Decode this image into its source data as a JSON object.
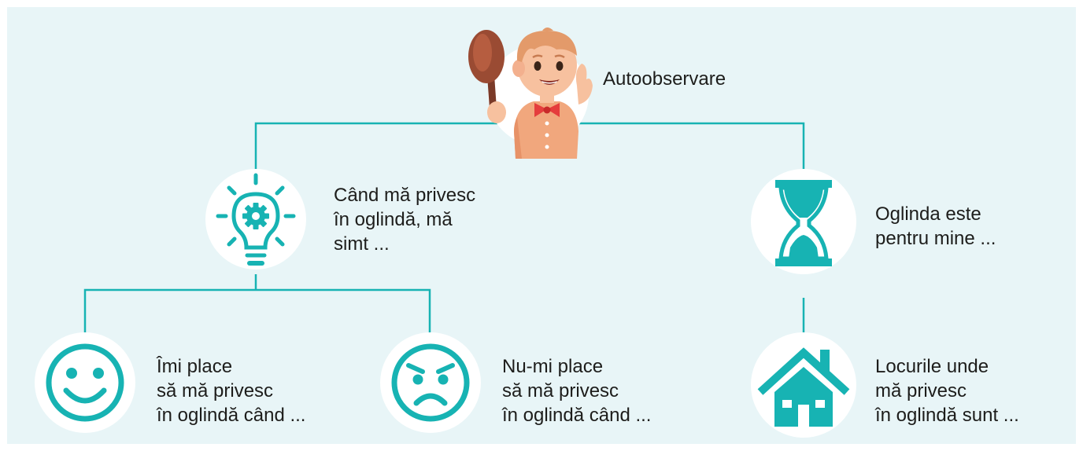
{
  "colors": {
    "teal": "#17b3b3",
    "background": "#e8f5f7",
    "circle": "#ffffff",
    "text": "#1d1d1b"
  },
  "root": {
    "label": "Autoobservare",
    "icon": "boy-with-mirror-illustration"
  },
  "branches": [
    {
      "label": "Când mă privesc\nîn oglindă, mă\nsimt ...",
      "icon": "lightbulb-gear-icon"
    },
    {
      "label": "Oglinda este\npentru mine ...",
      "icon": "hourglass-icon"
    }
  ],
  "leaves": [
    {
      "label": "Îmi place\nsă mă privesc\nîn oglindă când ...",
      "icon": "smiley-face-icon"
    },
    {
      "label": "Nu-mi place\nsă mă privesc\nîn oglindă când ...",
      "icon": "angry-face-icon"
    },
    {
      "label": "Locurile unde\nmă privesc\nîn oglindă sunt ...",
      "icon": "house-icon"
    }
  ]
}
